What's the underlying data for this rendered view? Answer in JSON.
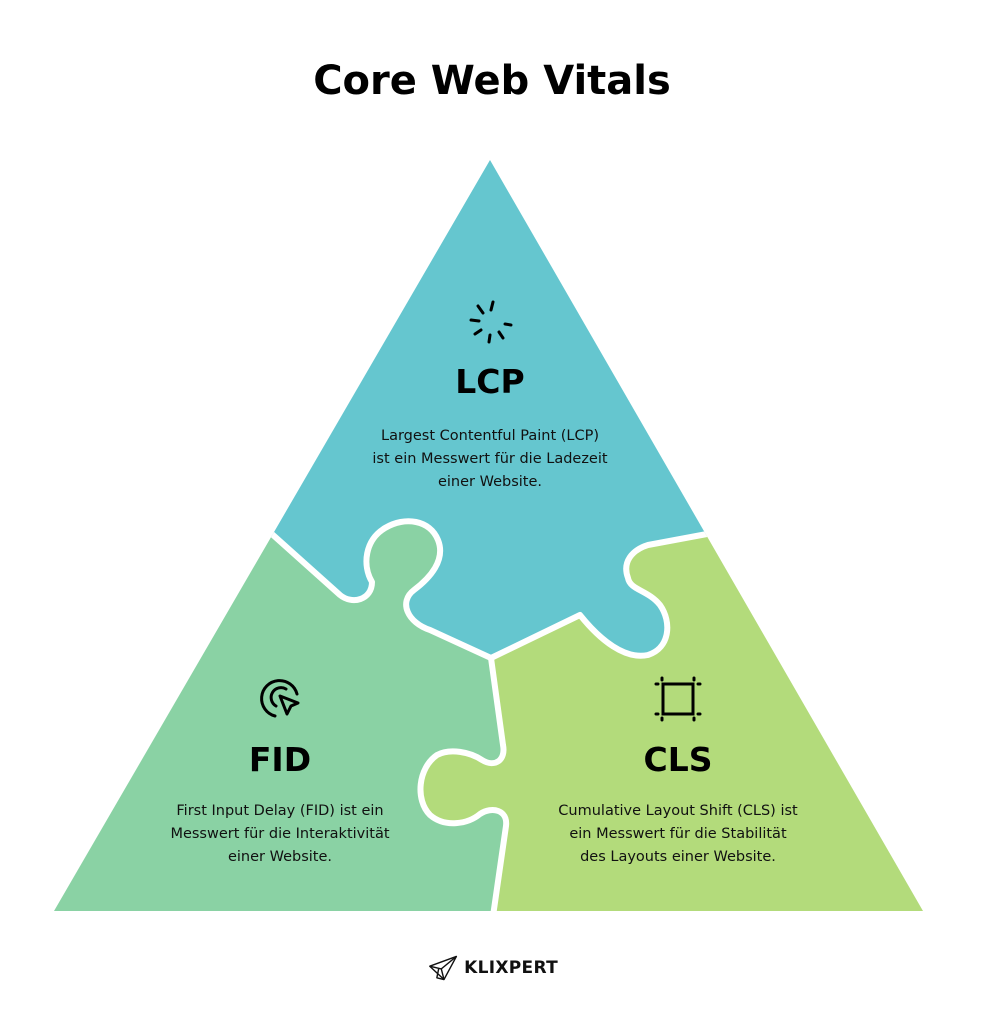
{
  "title": "Core Web Vitals",
  "colors": {
    "lcp": "#65C6CF",
    "fid": "#8AD2A4",
    "cls": "#B3DB7B",
    "seam": "#FFFFFF",
    "text": "#000000"
  },
  "pieces": {
    "lcp": {
      "icon": "loading-spinner-icon",
      "label": "LCP",
      "description_lines": [
        "Largest Contentful Paint (LCP)",
        "ist ein Messwert für die Ladezeit",
        "einer Website."
      ]
    },
    "fid": {
      "icon": "cursor-click-icon",
      "label": "FID",
      "description_lines": [
        "First Input Delay (FID) ist ein",
        "Messwert für die Interaktivität",
        "einer Website."
      ]
    },
    "cls": {
      "icon": "layout-frame-icon",
      "label": "CLS",
      "description_lines": [
        "Cumulative Layout Shift (CLS) ist",
        "ein Messwert für die Stabilität",
        "des Layouts einer Website."
      ]
    }
  },
  "footer": {
    "logo_icon": "paper-plane-icon",
    "brand": "KLIXPERT"
  }
}
